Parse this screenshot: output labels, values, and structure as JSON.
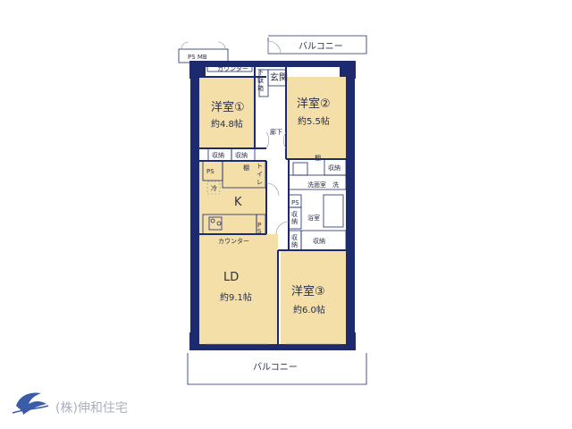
{
  "plan": {
    "rooms": {
      "western1": {
        "name": "洋室①",
        "area": "約4.8帖"
      },
      "western2": {
        "name": "洋室②",
        "area": "約5.5帖"
      },
      "western3": {
        "name": "洋室③",
        "area": "約6.0帖"
      },
      "kitchen": {
        "name": "K"
      },
      "ld": {
        "name": "LD",
        "area": "約9.1帖"
      }
    },
    "labels": {
      "balcony_top": "バルコニー",
      "balcony_bottom": "バルコニー",
      "ps_mb": "PS MB",
      "counter_top": "カウンター",
      "counter_bottom": "カウンター",
      "shoe_box": "下駄箱",
      "entrance": "玄関",
      "corridor": "廊下",
      "storage": "収納",
      "shelf": "棚",
      "ps": "PS",
      "toilet": "トイレ",
      "fridge": "冷",
      "washroom": "洗面室",
      "wash": "洗",
      "bathroom": "浴室"
    }
  },
  "footer": {
    "company": "(株)伸和住宅"
  },
  "colors": {
    "wall": "#1d2a6e",
    "room": "#f3dfa7",
    "logo": "#3a5ca8"
  }
}
